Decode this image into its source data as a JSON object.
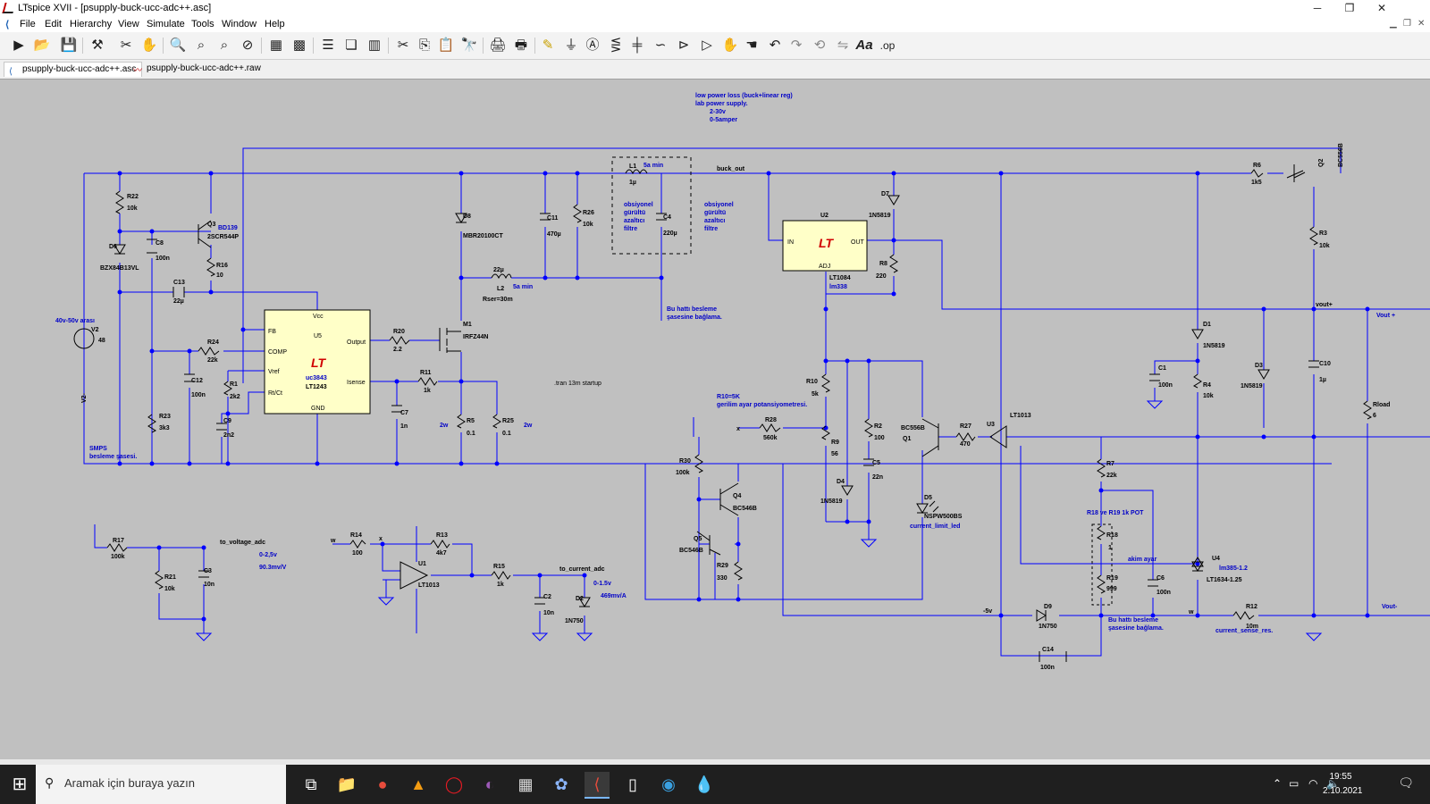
{
  "window": {
    "title": "LTspice XVII - [psupply-buck-ucc-adc++.asc]",
    "controls": {
      "minimize": "─",
      "maximize": "❐",
      "close": "✕"
    }
  },
  "menu": [
    "File",
    "Edit",
    "Hierarchy",
    "View",
    "Simulate",
    "Tools",
    "Window",
    "Help"
  ],
  "tabs": [
    {
      "label": "psupply-buck-ucc-adc++.asc",
      "icon": "schematic-icon",
      "active": true
    },
    {
      "label": "psupply-buck-ucc-adc++.raw",
      "icon": "waveform-icon",
      "active": false
    }
  ],
  "toolbar": {
    "op_label": ".op",
    "font_label": "Aa"
  },
  "schematic": {
    "notes": {
      "header": [
        "low power loss (buck+linear reg)",
        "lab power supply.",
        "2-30v",
        "0-5amper"
      ],
      "tran": ".tran 13m startup",
      "filter1": [
        "obsiyonel",
        "gürültü",
        "azaltıcı",
        "filtre"
      ],
      "filter2": [
        "obsiyonel",
        "gürültü",
        "azaltıcı",
        "filtre"
      ],
      "ground1": [
        "Bu hattı besleme",
        "şasesine bağlama."
      ],
      "ground2": [
        "Bu hattı besleme",
        "şasesine bağlama."
      ],
      "smps": [
        "SMPS",
        "besleme şasesi."
      ],
      "pot": [
        "R10=5K",
        "gerilim ayar potansiyometresi."
      ],
      "pot2": "R18 ve R19 1k POT",
      "akim": "akim ayar",
      "v2note": "40v-50v arası",
      "l1note": "5a min",
      "l2note": "5a min",
      "r5note": "2w",
      "r25note": "2w",
      "adc1": [
        "to_voltage_adc",
        "0-2,5v",
        "90.3mv/V"
      ],
      "adc2": [
        "to_current_adc",
        "0-1.5v",
        "469mv/A"
      ],
      "cs": "current_sense_res.",
      "led": "current_limit_led"
    },
    "nets": {
      "buck_out": "buck_out",
      "vout_plus": "vout+",
      "Vout_plus": "Vout +",
      "Vout_minus": "Vout-",
      "m5v": "-5v",
      "w": "w",
      "x": "x",
      "v2minus": "V2-"
    },
    "ic_u5": {
      "pins_left": [
        "FB",
        "COMP",
        "Vref",
        "Rt/Ct"
      ],
      "vcc": "Vcc",
      "name": "U5",
      "out": "Output",
      "isense": "Isense",
      "gnd": "GND",
      "part1": "uc3843",
      "part2": "LT1243"
    },
    "ic_u2": {
      "in": "IN",
      "out": "OUT",
      "adj": "ADJ",
      "name": "U2",
      "part1": "LT1084",
      "part2": "lm338"
    },
    "parts": [
      {
        "ref": "R22",
        "val": "10k"
      },
      {
        "ref": "Q3",
        "val": "2SCR544P",
        "alt": "BD139"
      },
      {
        "ref": "D6",
        "val": "BZX84B13VL"
      },
      {
        "ref": "C8",
        "val": "100n"
      },
      {
        "ref": "R16",
        "val": "10"
      },
      {
        "ref": "C13",
        "val": "22µ"
      },
      {
        "ref": "V2",
        "val": "48"
      },
      {
        "ref": "R24",
        "val": "22k"
      },
      {
        "ref": "C12",
        "val": "100n"
      },
      {
        "ref": "R1",
        "val": "2k2"
      },
      {
        "ref": "C9",
        "val": "2n2"
      },
      {
        "ref": "R23",
        "val": "3k3"
      },
      {
        "ref": "D8",
        "val": "MBR20100CT"
      },
      {
        "ref": "C11",
        "val": "470µ"
      },
      {
        "ref": "R26",
        "val": "10k"
      },
      {
        "ref": "L1",
        "val": "1µ"
      },
      {
        "ref": "C4",
        "val": "220µ"
      },
      {
        "ref": "L2",
        "val": "22µ",
        "extra": "Rser=30m"
      },
      {
        "ref": "M1",
        "val": "IRFZ44N"
      },
      {
        "ref": "R20",
        "val": "2.2"
      },
      {
        "ref": "R11",
        "val": "1k"
      },
      {
        "ref": "C7",
        "val": "1n"
      },
      {
        "ref": "R5",
        "val": "0.1"
      },
      {
        "ref": "R25",
        "val": "0.1"
      },
      {
        "ref": "D7",
        "val": "1N5819"
      },
      {
        "ref": "R8",
        "val": "220"
      },
      {
        "ref": "R6",
        "val": "1k5"
      },
      {
        "ref": "Q2",
        "val": "BC556B"
      },
      {
        "ref": "R3",
        "val": "10k"
      },
      {
        "ref": "D1",
        "val": "1N5819"
      },
      {
        "ref": "C1",
        "val": "100n"
      },
      {
        "ref": "R4",
        "val": "10k"
      },
      {
        "ref": "D3",
        "val": "1N5819"
      },
      {
        "ref": "C10",
        "val": "1µ"
      },
      {
        "ref": "Rload",
        "val": "6"
      },
      {
        "ref": "R10",
        "val": "5k"
      },
      {
        "ref": "R2",
        "val": "100"
      },
      {
        "ref": "R28",
        "val": "560k"
      },
      {
        "ref": "R9",
        "val": "56"
      },
      {
        "ref": "C5",
        "val": "22n"
      },
      {
        "ref": "D4",
        "val": "1N5819"
      },
      {
        "ref": "Q1",
        "val": "BC556B"
      },
      {
        "ref": "R27",
        "val": "470"
      },
      {
        "ref": "U3",
        "val": "LT1013"
      },
      {
        "ref": "D5",
        "val": "NSPW500BS"
      },
      {
        "ref": "R30",
        "val": "100k"
      },
      {
        "ref": "Q4",
        "val": "BC546B"
      },
      {
        "ref": "Q5",
        "val": "BC546B"
      },
      {
        "ref": "R29",
        "val": "330"
      },
      {
        "ref": "R7",
        "val": "22k"
      },
      {
        "ref": "R18",
        "val": "1"
      },
      {
        "ref": "R19",
        "val": "999"
      },
      {
        "ref": "C6",
        "val": "100n"
      },
      {
        "ref": "U4",
        "val": "LT1634-1.25",
        "alt": "lm385-1.2"
      },
      {
        "ref": "D9",
        "val": "1N750"
      },
      {
        "ref": "C14",
        "val": "100n"
      },
      {
        "ref": "R12",
        "val": "10m"
      },
      {
        "ref": "R17",
        "val": "100k"
      },
      {
        "ref": "R21",
        "val": "10k"
      },
      {
        "ref": "C3",
        "val": "10n"
      },
      {
        "ref": "R14",
        "val": "100"
      },
      {
        "ref": "R13",
        "val": "4k7"
      },
      {
        "ref": "U1",
        "val": "LT1013"
      },
      {
        "ref": "R15",
        "val": "1k"
      },
      {
        "ref": "C2",
        "val": "10n"
      },
      {
        "ref": "D2",
        "val": "1N750"
      }
    ]
  },
  "taskbar": {
    "search_placeholder": "Aramak için buraya yazın",
    "time": "19:55",
    "date": "2.10.2021"
  },
  "colors": {
    "wire": "#0000ff",
    "part": "#000000",
    "ic_fill": "#ffffc8",
    "canvas": "#c0c0c0",
    "label": "#0000c8"
  }
}
